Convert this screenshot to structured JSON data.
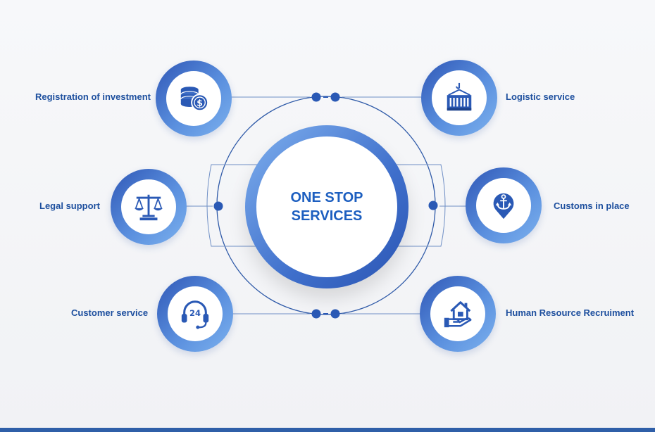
{
  "diagram": {
    "center": {
      "line1": "ONE STOP",
      "line2": "SERVICES"
    },
    "services": {
      "registration": {
        "label": "Registration of investment",
        "icon": "coins-dollar-icon"
      },
      "legal": {
        "label": "Legal support",
        "icon": "scales-icon"
      },
      "customer": {
        "label": "Customer service",
        "icon": "headset-24-icon"
      },
      "logistic": {
        "label": "Logistic service",
        "icon": "container-crane-icon"
      },
      "customs": {
        "label": "Customs in place",
        "icon": "anchor-pin-icon"
      },
      "hr": {
        "label": "Human Resource Recruiment",
        "icon": "house-hand-icon"
      }
    },
    "colors": {
      "primary": "#1d4f9e",
      "accent": "#5a8fde",
      "line": "#2f5aa8"
    }
  }
}
